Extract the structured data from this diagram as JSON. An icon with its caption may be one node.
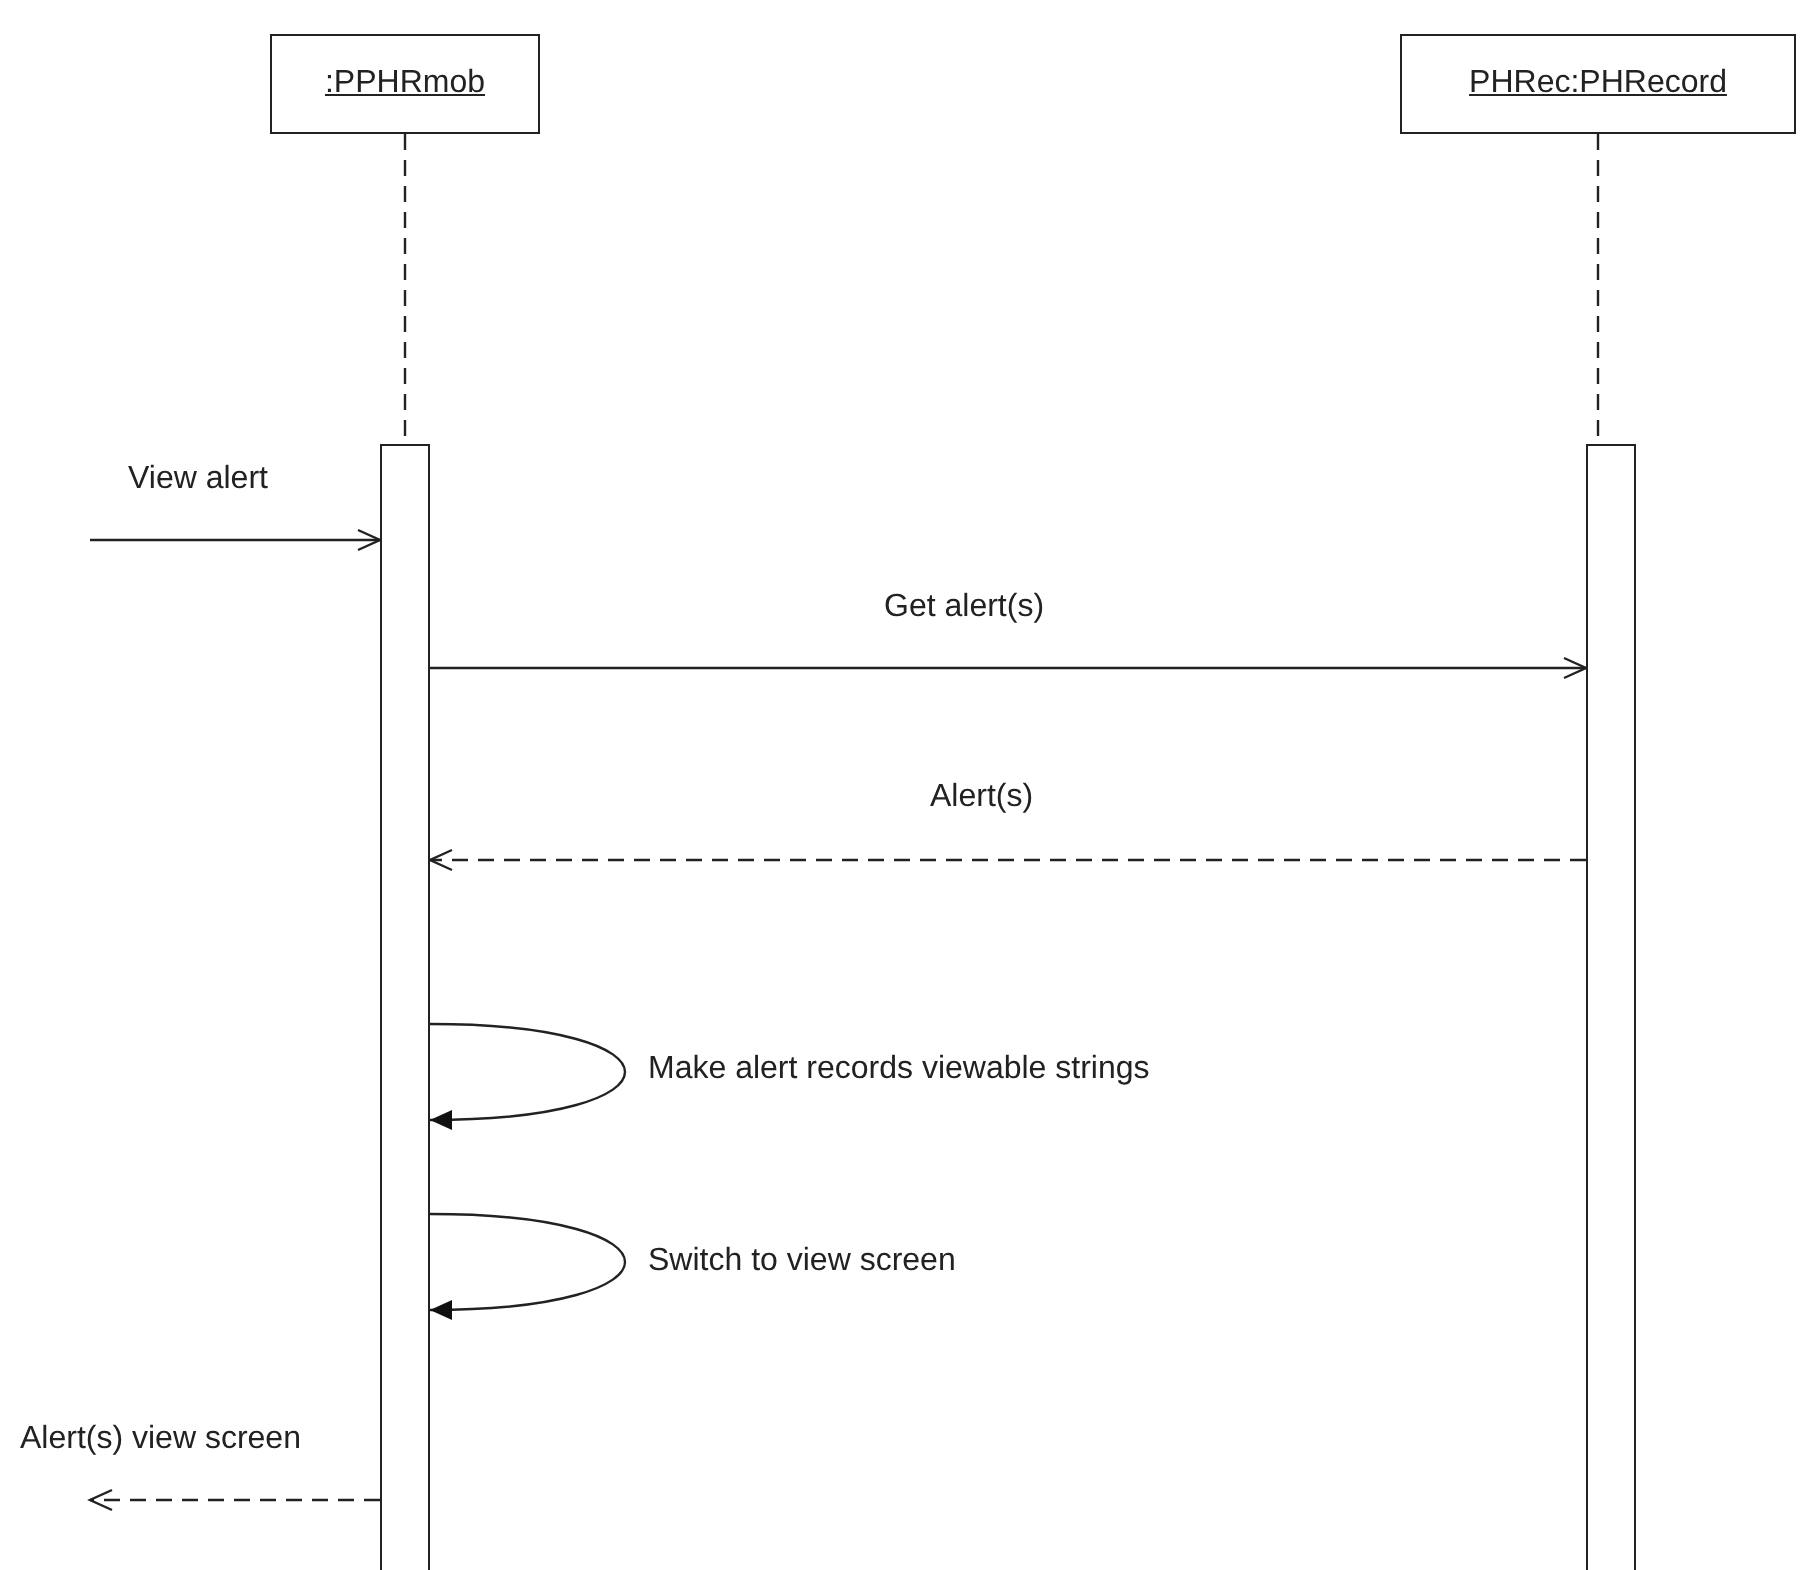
{
  "diagram": {
    "nodes": [
      {
        "text": [
          ":PPHRmob"
        ]
      },
      {
        "text": [
          "PHRec:PHRecord"
        ]
      },
      {
        "text": [],
        "shape": "bar"
      },
      {
        "text": [],
        "shape": "bar"
      }
    ],
    "edges": [
      {
        "from": 0,
        "to": 2,
        "arrow": "none",
        "style": "dashed"
      },
      {
        "from": 1,
        "to": 3,
        "arrow": "none",
        "style": "dashed"
      },
      {
        "from": null,
        "to": 2,
        "arrow": "to",
        "label": "View alert"
      },
      {
        "from": 2,
        "to": 3,
        "arrow": "to",
        "label": "Get alert(s)"
      },
      {
        "from": 3,
        "to": 2,
        "arrow": "to",
        "label": "Alert(s)",
        "style": "dashed"
      },
      {
        "from": 2,
        "to": 2,
        "arrow": "to",
        "label": "Make alert records viewable strings"
      },
      {
        "from": 2,
        "to": 2,
        "arrow": "to",
        "label": "Switch to view screen"
      },
      {
        "from": 2,
        "to": null,
        "arrow": "to",
        "label": "Alert(s) view screen",
        "style": "dashed"
      }
    ]
  }
}
